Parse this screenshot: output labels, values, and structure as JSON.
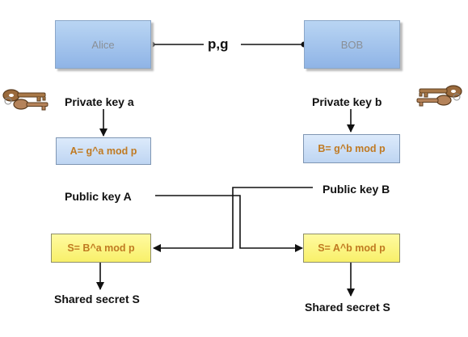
{
  "parties": {
    "alice": "Alice",
    "bob": "BOB"
  },
  "shared_params": "p,g",
  "private_keys": {
    "alice": "Private key a",
    "bob": "Private key b"
  },
  "public_computation": {
    "alice": "A= g^a mod p",
    "bob": "B= g^b mod p"
  },
  "public_keys": {
    "alice": "Public  key A",
    "bob": "Public  key B"
  },
  "secret_computation": {
    "alice": "S= B^a mod p",
    "bob": "S= A^b mod p"
  },
  "shared_secret": {
    "alice": "Shared secret S",
    "bob": "Shared secret S"
  },
  "icons": {
    "private_key": "key-icon"
  },
  "colors": {
    "party_box": "#a7c6ee",
    "public_box": "#cfe0f7",
    "secret_box": "#fbf47f",
    "formula_text": "#c07a22"
  }
}
